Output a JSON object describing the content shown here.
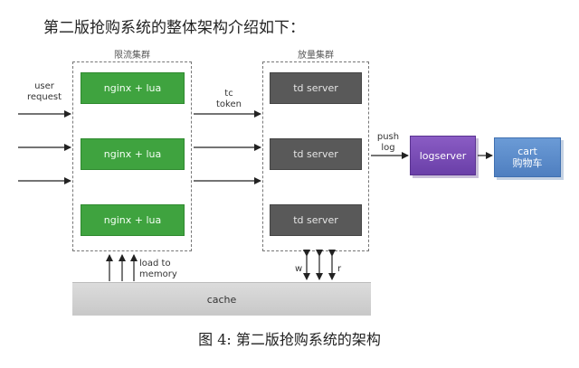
{
  "heading": "第二版抢购系统的整体架构介绍如下：",
  "clusters": {
    "limit": {
      "title": "限流集群"
    },
    "release": {
      "title": "放量集群"
    }
  },
  "nginx_boxes": [
    "nginx + lua",
    "nginx + lua",
    "nginx + lua"
  ],
  "td_boxes": [
    "td server",
    "td server",
    "td server"
  ],
  "logserver": "logserver",
  "cart": {
    "line1": "cart",
    "line2": "购物车"
  },
  "cache": "cache",
  "labels": {
    "user_request": [
      "user",
      "request"
    ],
    "tc_token": [
      "tc",
      "token"
    ],
    "push_log": [
      "push",
      "log"
    ],
    "load_to_memory": [
      "load to",
      "memory"
    ],
    "w": "w",
    "r": "r"
  },
  "caption": "图 4:  第二版抢购系统的架构",
  "colors": {
    "nginx": "#3fa33f",
    "td_server": "#595959",
    "logserver": "#7a4db8",
    "cart": "#5b8ccc",
    "cache": "#d2d2d2"
  }
}
